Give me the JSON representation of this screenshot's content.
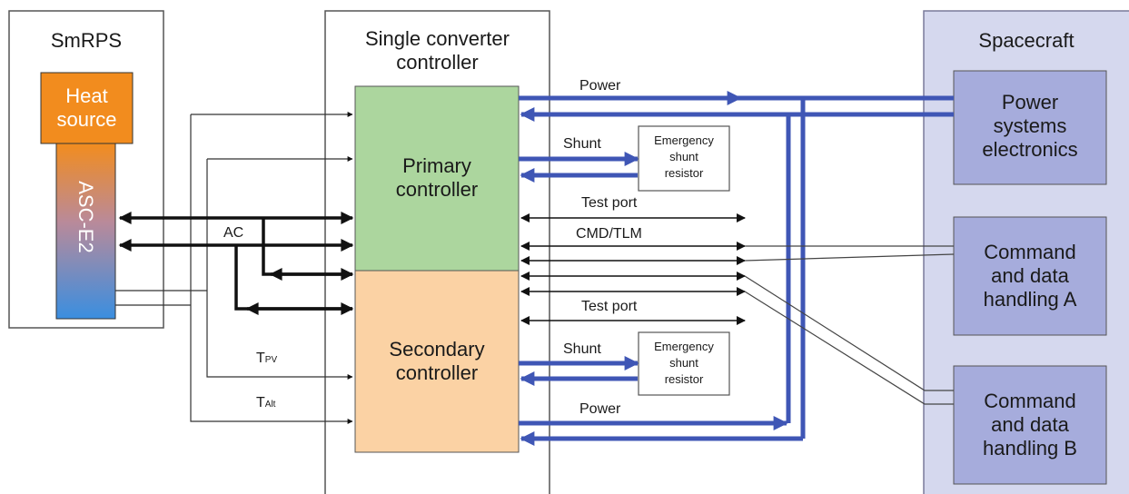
{
  "boxes": {
    "smrps": {
      "title": "SmRPS"
    },
    "heat_source": {
      "label": "Heat\nsource"
    },
    "asc": {
      "label": "ASC-E2"
    },
    "controller": {
      "title_line1": "Single converter",
      "title_line2": "controller"
    },
    "primary": {
      "line1": "Primary",
      "line2": "controller"
    },
    "secondary": {
      "line1": "Secondary",
      "line2": "controller"
    },
    "shunt_top": {
      "line1": "Emergency",
      "line2": "shunt",
      "line3": "resistor"
    },
    "shunt_bottom": {
      "line1": "Emergency",
      "line2": "shunt",
      "line3": "resistor"
    },
    "spacecraft": {
      "title": "Spacecraft"
    },
    "pse": {
      "line1": "Power",
      "line2": "systems",
      "line3": "electronics"
    },
    "cdh_a": {
      "line1": "Command",
      "line2": "and data",
      "line3": "handling A"
    },
    "cdh_b": {
      "line1": "Command",
      "line2": "and data",
      "line3": "handling B"
    }
  },
  "labels": {
    "power_top": "Power",
    "shunt_top": "Shunt",
    "test_port_top": "Test port",
    "cmd_tlm": "CMD/TLM",
    "test_port_bottom": "Test port",
    "shunt_bottom": "Shunt",
    "power_bottom": "Power",
    "ac": "AC",
    "tpv_main": "T",
    "tpv_sub": "PV",
    "talt_main": "T",
    "talt_sub": "Alt"
  },
  "colors": {
    "power_line": "#3f56b5",
    "heat_source": "#f28c1e",
    "primary": "#acd69e",
    "secondary": "#fbd2a4",
    "spacecraft_bg": "#d5d8ee",
    "spacecraft_box": "#a6acdc"
  }
}
